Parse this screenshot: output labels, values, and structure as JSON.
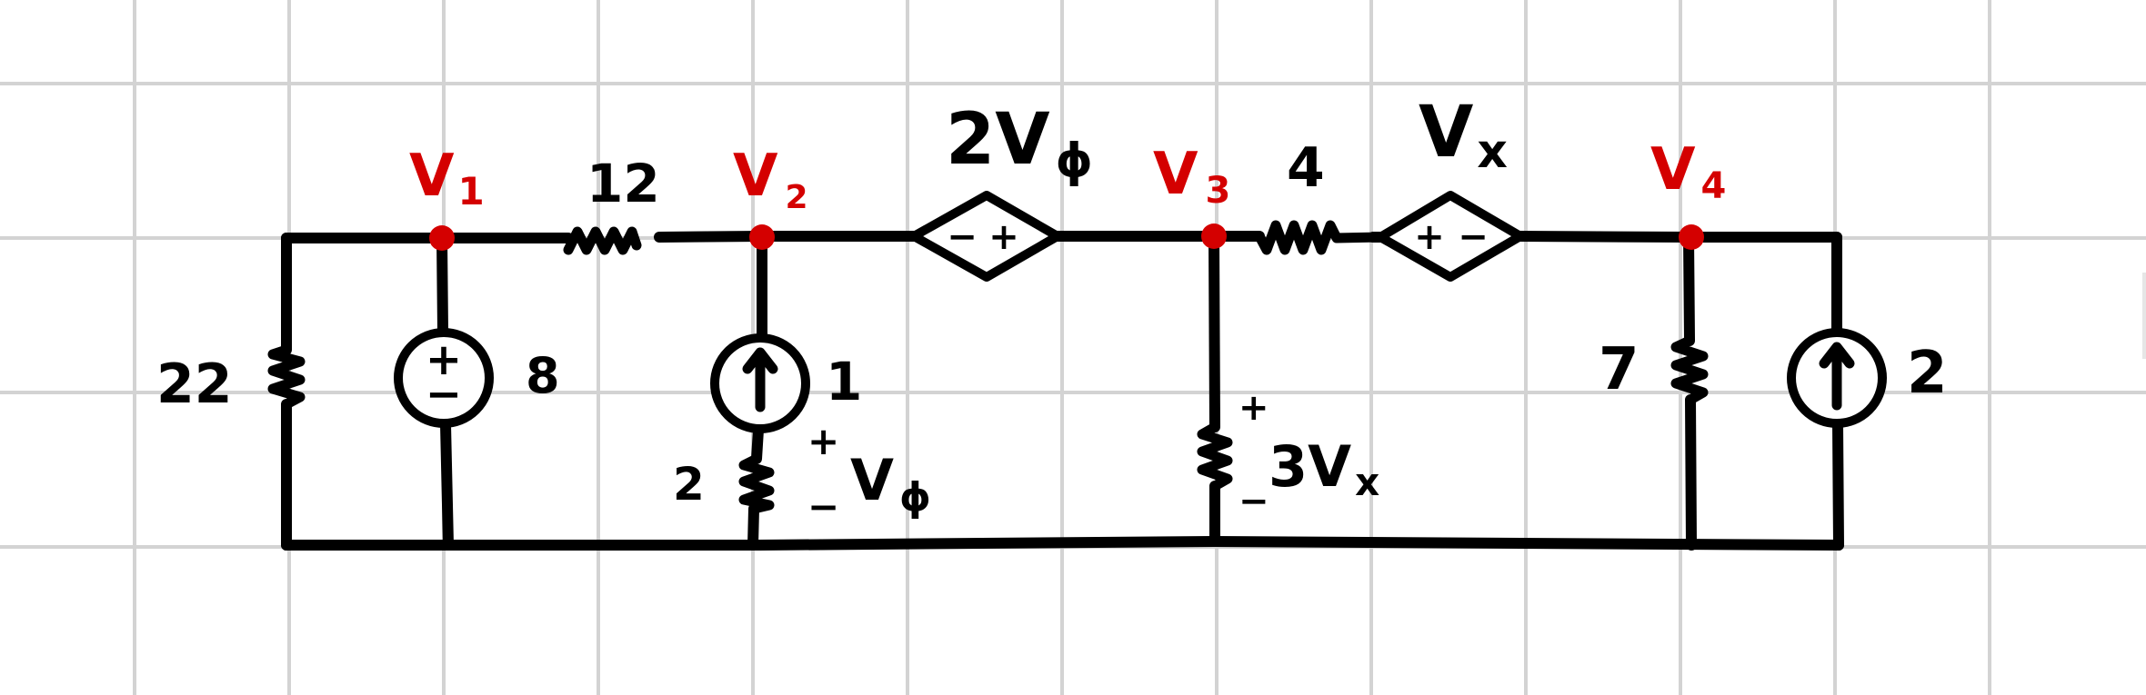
{
  "diagram": {
    "type": "circuit",
    "nodes": [
      {
        "id": "n1",
        "label": "V",
        "sub": "1"
      },
      {
        "id": "n2",
        "label": "V",
        "sub": "2"
      },
      {
        "id": "n3",
        "label": "V",
        "sub": "3"
      },
      {
        "id": "n4",
        "label": "V",
        "sub": "4"
      }
    ],
    "components": {
      "r22": {
        "value": "22"
      },
      "cs8": {
        "value": "8",
        "polarity_top": "+",
        "polarity_bottom": "−"
      },
      "r12": {
        "value": "12"
      },
      "cs1": {
        "value": "1"
      },
      "r2": {
        "value": "2"
      },
      "vphi": {
        "label": "V",
        "sub": "ϕ",
        "plus": "+",
        "minus": "−"
      },
      "dep1": {
        "label": "2V",
        "sub": "ϕ",
        "left_sign": "−",
        "right_sign": "+"
      },
      "r3vx": {
        "label": "3V",
        "sub": "x",
        "plus": "+",
        "minus": "−"
      },
      "r4": {
        "value": "4"
      },
      "dep2": {
        "label": "V",
        "sub": "x",
        "left_sign": "+",
        "right_sign": "−"
      },
      "r7": {
        "value": "7"
      },
      "cs2": {
        "value": "2"
      }
    },
    "colors": {
      "node": "#d40000",
      "wire": "#000000",
      "grid": "#d3d3d3"
    }
  }
}
